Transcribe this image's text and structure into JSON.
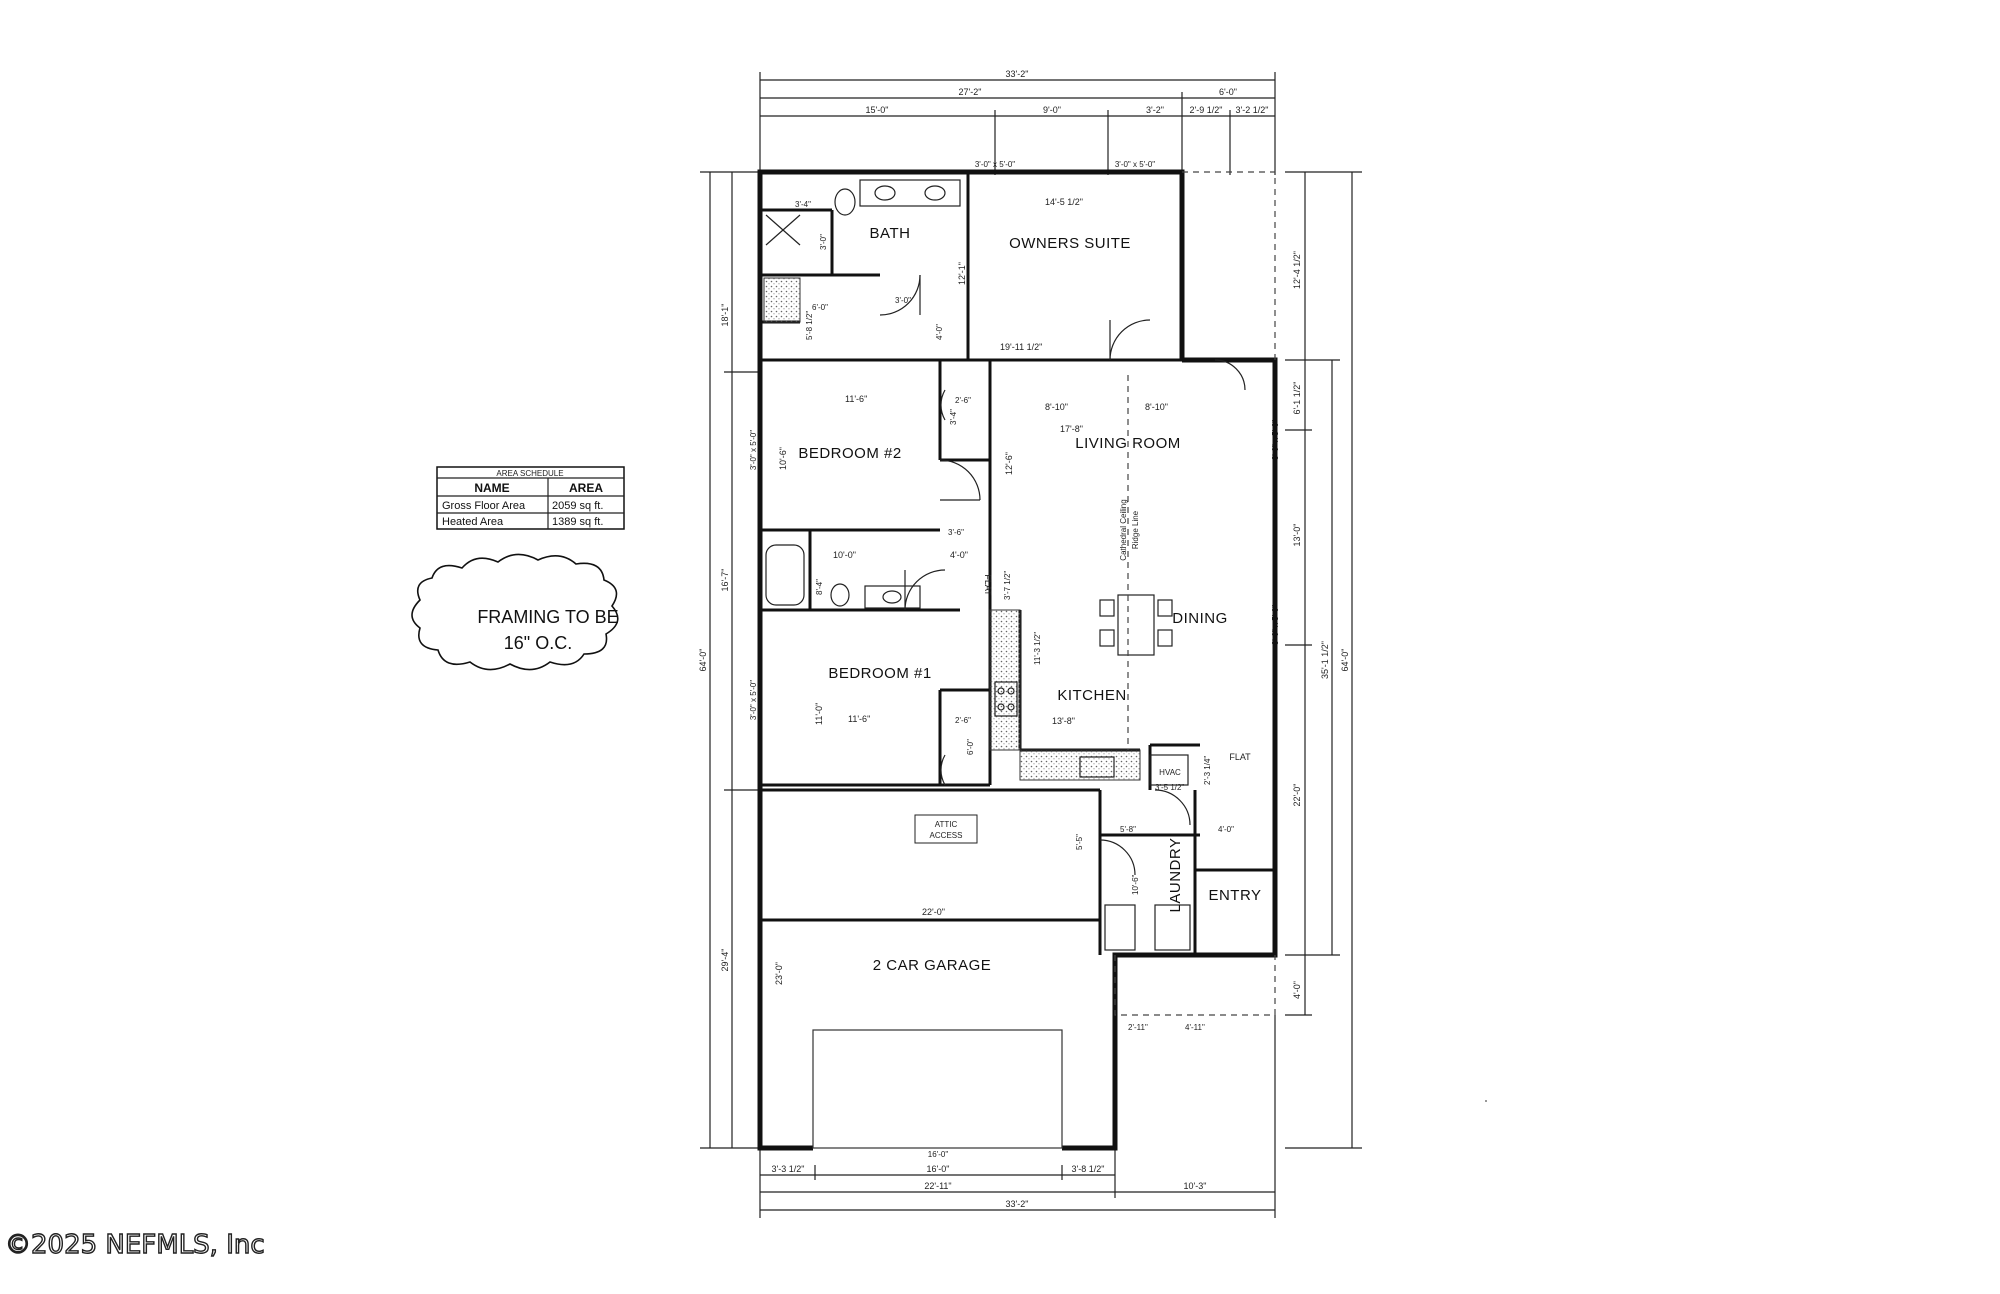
{
  "area_schedule": {
    "title": "AREA SCHEDULE",
    "headers": [
      "NAME",
      "AREA"
    ],
    "rows": [
      {
        "name": "Gross Floor Area",
        "area": "2059 sq ft."
      },
      {
        "name": "Heated Area",
        "area": "1389 sq ft."
      }
    ]
  },
  "framing_note": {
    "line1": "FRAMING TO BE",
    "line2": "16\" O.C."
  },
  "rooms": {
    "bath": "BATH",
    "owners_suite": "OWNERS SUITE",
    "bedroom2": "BEDROOM #2",
    "living_room": "LIVING ROOM",
    "dining": "DINING",
    "bedroom1": "BEDROOM #1",
    "kitchen": "KITCHEN",
    "laundry": "LAUNDRY",
    "entry": "ENTRY",
    "garage": "2 CAR GARAGE",
    "attic_line1": "ATTIC",
    "attic_line2": "ACCESS",
    "hvac": "HVAC",
    "flat_kitchen": "FLAT",
    "flat_hall": "FLAT",
    "ceiling_line1": "Cathedral Ceiling",
    "ceiling_line2": "Ridge Line"
  },
  "dims_top": {
    "overall": "33'-2\"",
    "row2_left": "27'-2\"",
    "row2_right": "6'-0\"",
    "row3_a": "15'-0\"",
    "row3_b": "9'-0\"",
    "row3_c": "3'-2\"",
    "row3_d": "2'-9 1/2\"",
    "row3_e": "3'-2 1/2\"",
    "win1": "3'-0\" x 5'-0\"",
    "win2": "3'-0\" x 5'-0\""
  },
  "dims_bottom": {
    "g_left": "3'-3 1/2\"",
    "g_mid": "16'-0\"",
    "g_right": "3'-8 1/2\"",
    "door": "16'-0\"",
    "row2_left": "22'-11\"",
    "row2_right": "10'-3\"",
    "overall": "33'-2\""
  },
  "dims_left": {
    "upper": "18'-1\"",
    "middle": "16'-7\"",
    "overall": "64'-0\"",
    "lower": "29'-4\""
  },
  "dims_right": {
    "upper": "12'-4 1/2\"",
    "r1": "6'-1 1/2\"",
    "r2": "13'-0\"",
    "r3": "22'-0\"",
    "r4": "4'-0\"",
    "mid": "35'-1 1/2\"",
    "overall": "64'-0\""
  },
  "dims_interior": {
    "bath_a": "3'-4\"",
    "bath_b": "3'-0\"",
    "bath_c": "6'-0\"",
    "bath_d": "5'-8 1/2\"",
    "bath_e": "3'-0\"",
    "bath_f": "4'-0\"",
    "suite_w": "14'-5 1/2\"",
    "suite_h": "12'-1\"",
    "suite_b": "19'-11 1/2\"",
    "bed2_w": "11'-6\"",
    "bed2_h": "10'-6\"",
    "closet_a": "2'-6\"",
    "closet_b": "3'-4\"",
    "liv_a": "8'-10\"",
    "liv_b": "8'-10\"",
    "liv_w": "17'-8\"",
    "liv_h": "12'-6\"",
    "hall_a": "10'-0\"",
    "hall_b": "4'-0\"",
    "hall_c": "3'-6\"",
    "hall_d": "8'-4\"",
    "hall_e": "3'-7 1/2\"",
    "bed1_w": "11'-6\"",
    "bed1_h": "11'-0\"",
    "closet_c": "2'-6\"",
    "closet_d": "6'-0\"",
    "kit_a": "11'-3 1/2\"",
    "kit_w": "13'-8\"",
    "hvac_a": "3'-5 1/2\"",
    "hvac_b": "2'-3 1/4\"",
    "gar_w": "22'-0\"",
    "gar_h": "23'-0\"",
    "lau_a": "5'-5\"",
    "lau_b": "5'-8\"",
    "lau_c": "10'-6\"",
    "entry_a": "4'-0\"",
    "porch_a": "2'-11\"",
    "porch_b": "4'-11\"",
    "win_a": "3'-0\" x 5'-0\""
  },
  "copyright": "©2025 NEFMLS, Inc"
}
